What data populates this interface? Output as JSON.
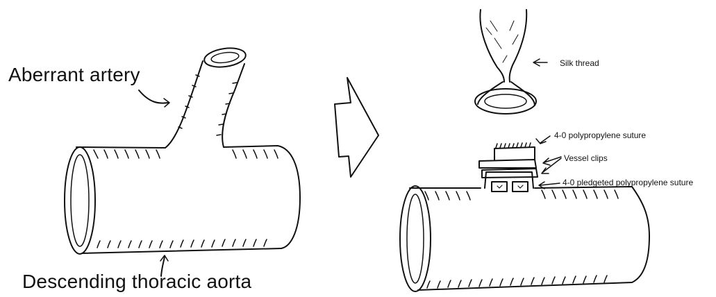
{
  "labels": {
    "aberrant_artery": "Aberrant artery",
    "descending_aorta": "Descending thoracic aorta",
    "silk_thread": "Silk thread",
    "polypropylene_suture": "4-0 polypropylene suture",
    "vessel_clips": "Vessel clips",
    "pledgeted_suture": "4-0 pledgeted polypropylene suture"
  },
  "colors": {
    "ink": "#111111",
    "background": "#ffffff"
  }
}
